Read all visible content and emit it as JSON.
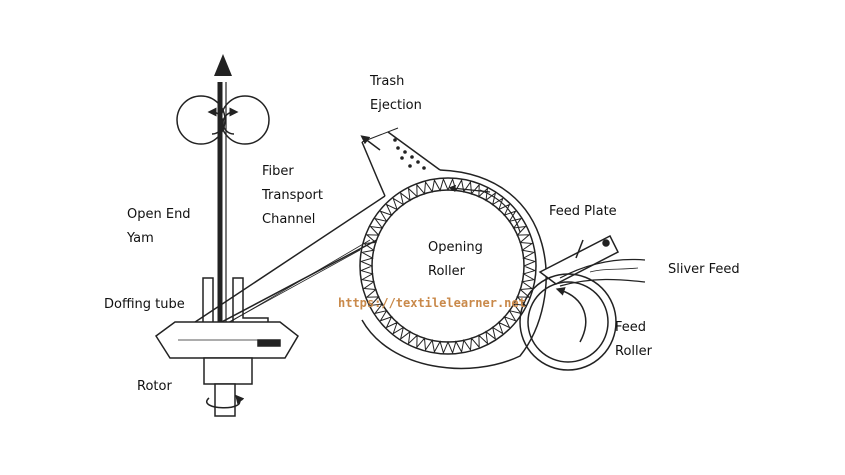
{
  "labels": {
    "trash_ejection": [
      "Trash",
      "Ejection"
    ],
    "fiber_transport_channel": [
      "Fiber",
      "Transport",
      "Channel"
    ],
    "open_end_yarn": [
      "Open End",
      "Yam"
    ],
    "doffing_tube": "Doffing tube",
    "rotor": "Rotor",
    "opening_roller": [
      "Opening",
      "Roller"
    ],
    "feed_plate": "Feed Plate",
    "sliver_feed": "Sliver Feed",
    "feed_roller": [
      "Feed",
      "Roller"
    ]
  },
  "watermark": "https://textilelearner.net",
  "colors": {
    "line": "#222222",
    "watermark": "#c9894a",
    "background": "#ffffff"
  },
  "icons": [
    "arrow-up-icon",
    "rotation-arrow-icon"
  ]
}
